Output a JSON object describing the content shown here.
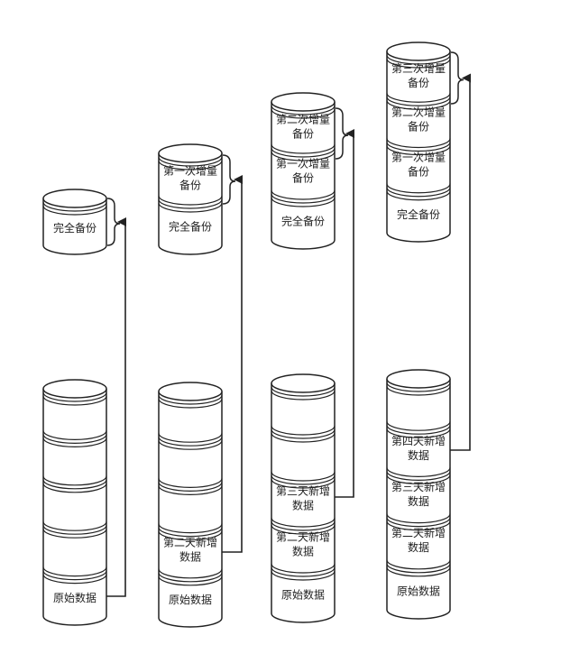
{
  "stacks": [
    {
      "id": "backup-1",
      "segments": [
        {
          "label": [
            "完全备份"
          ]
        }
      ]
    },
    {
      "id": "data-1",
      "segments": [
        {
          "label": []
        },
        {
          "label": []
        },
        {
          "label": []
        },
        {
          "label": []
        },
        {
          "label": [
            "原始数据"
          ]
        }
      ]
    },
    {
      "id": "backup-2",
      "segments": [
        {
          "label": [
            "第一次增量",
            "备份"
          ]
        },
        {
          "label": [
            "完全备份"
          ]
        }
      ]
    },
    {
      "id": "data-2",
      "segments": [
        {
          "label": []
        },
        {
          "label": []
        },
        {
          "label": []
        },
        {
          "label": [
            "第二天新增",
            "数据"
          ]
        },
        {
          "label": [
            "原始数据"
          ]
        }
      ]
    },
    {
      "id": "backup-3",
      "segments": [
        {
          "label": [
            "第二次增量",
            "备份"
          ]
        },
        {
          "label": [
            "第一次增量",
            "备份"
          ]
        },
        {
          "label": [
            "完全备份"
          ]
        }
      ]
    },
    {
      "id": "data-3",
      "segments": [
        {
          "label": []
        },
        {
          "label": []
        },
        {
          "label": [
            "第三天新增",
            "数据"
          ]
        },
        {
          "label": [
            "第二天新增",
            "数据"
          ]
        },
        {
          "label": [
            "原始数据"
          ]
        }
      ]
    },
    {
      "id": "backup-4",
      "segments": [
        {
          "label": [
            "第三次增量",
            "备份"
          ]
        },
        {
          "label": [
            "第二次增量",
            "备份"
          ]
        },
        {
          "label": [
            "第一次增量",
            "备份"
          ]
        },
        {
          "label": [
            "完全备份"
          ]
        }
      ]
    },
    {
      "id": "data-4",
      "segments": [
        {
          "label": []
        },
        {
          "label": [
            "第四天新增",
            "数据"
          ]
        },
        {
          "label": [
            "第三天新增",
            "数据"
          ]
        },
        {
          "label": [
            "第二天新增",
            "数据"
          ]
        },
        {
          "label": [
            "原始数据"
          ]
        }
      ]
    }
  ],
  "arrows": [
    {
      "from": "data-1",
      "to": "backup-1"
    },
    {
      "from": "data-2",
      "to": "backup-2"
    },
    {
      "from": "data-3",
      "to": "backup-3"
    },
    {
      "from": "data-4",
      "to": "backup-4"
    }
  ]
}
